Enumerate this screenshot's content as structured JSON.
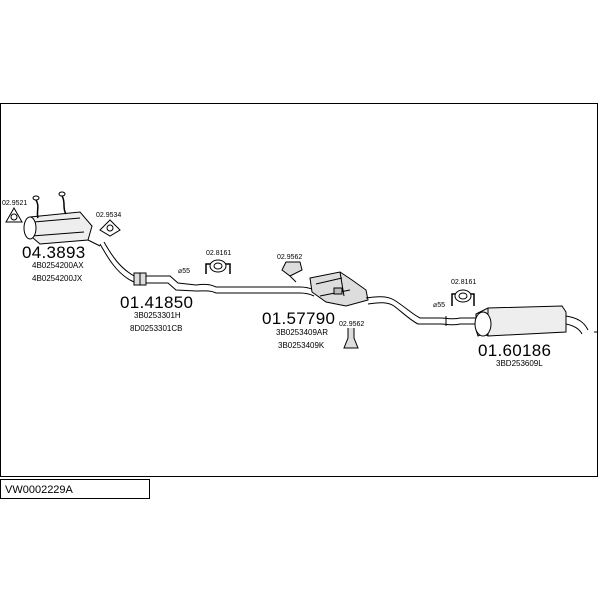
{
  "diagram_code": "VW0002229A",
  "parts": [
    {
      "number": "04.3893",
      "refs": [
        "4B0254200AX",
        "4B0254200JX"
      ]
    },
    {
      "number": "01.41850",
      "refs": [
        "3B0253301H",
        "8D0253301CB"
      ]
    },
    {
      "number": "01.57790",
      "refs": [
        "3B0253409AR",
        "3B0253409K"
      ]
    },
    {
      "number": "01.60186",
      "refs": [
        "3BD253609L"
      ]
    }
  ],
  "fittings": [
    {
      "id": "02.9521"
    },
    {
      "id": "02.9534"
    },
    {
      "id": "02.8161"
    },
    {
      "id": "02.9562"
    },
    {
      "id": "02.9562"
    },
    {
      "id": "02.8161"
    }
  ],
  "pipe_diameters": [
    "⌀55",
    "⌀55"
  ]
}
